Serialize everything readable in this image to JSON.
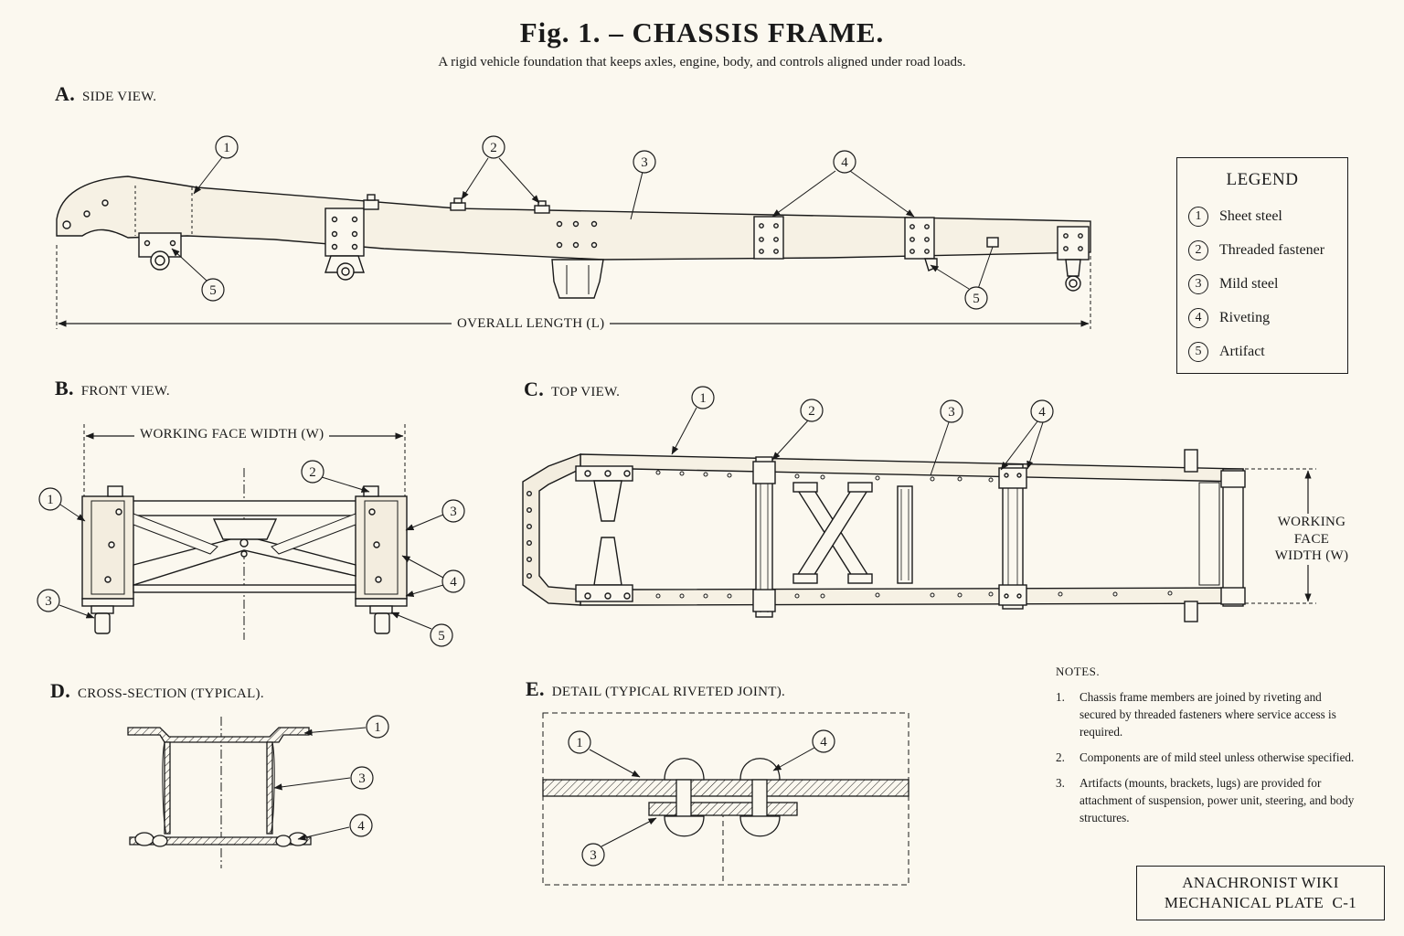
{
  "title": "Fig. 1. – CHASSIS FRAME.",
  "subtitle": "A rigid vehicle foundation that keeps axles, engine, body, and controls aligned under road loads.",
  "sections": {
    "a": {
      "letter": "A.",
      "label": "SIDE VIEW."
    },
    "b": {
      "letter": "B.",
      "label": "FRONT VIEW."
    },
    "c": {
      "letter": "C.",
      "label": "TOP VIEW."
    },
    "d": {
      "letter": "D.",
      "label": "CROSS-SECTION (TYPICAL)."
    },
    "e": {
      "letter": "E.",
      "label": "DETAIL (TYPICAL RIVETED JOINT)."
    }
  },
  "dimensions": {
    "overall_length": "OVERALL LENGTH (L)",
    "working_face_width": "WORKING FACE WIDTH (W)",
    "working_face_width_lines": [
      "WORKING",
      "FACE",
      "WIDTH (W)"
    ]
  },
  "legend": {
    "title": "LEGEND",
    "items": [
      {
        "num": "1",
        "label": "Sheet steel"
      },
      {
        "num": "2",
        "label": "Threaded fastener"
      },
      {
        "num": "3",
        "label": "Mild steel"
      },
      {
        "num": "4",
        "label": "Riveting"
      },
      {
        "num": "5",
        "label": "Artifact"
      }
    ]
  },
  "notes": {
    "title": "NOTES.",
    "items": [
      {
        "num": "1.",
        "text": "Chassis frame members are joined by riveting and secured by threaded fasteners where service access is required."
      },
      {
        "num": "2.",
        "text": "Components are of mild steel unless otherwise specified."
      },
      {
        "num": "3.",
        "text": "Artifacts (mounts, brackets, lugs) are provided for attachment of suspension, power unit, steering, and body structures."
      }
    ]
  },
  "plate": {
    "line1": "ANACHRONIST WIKI",
    "line2": "MECHANICAL PLATE  C-1"
  }
}
